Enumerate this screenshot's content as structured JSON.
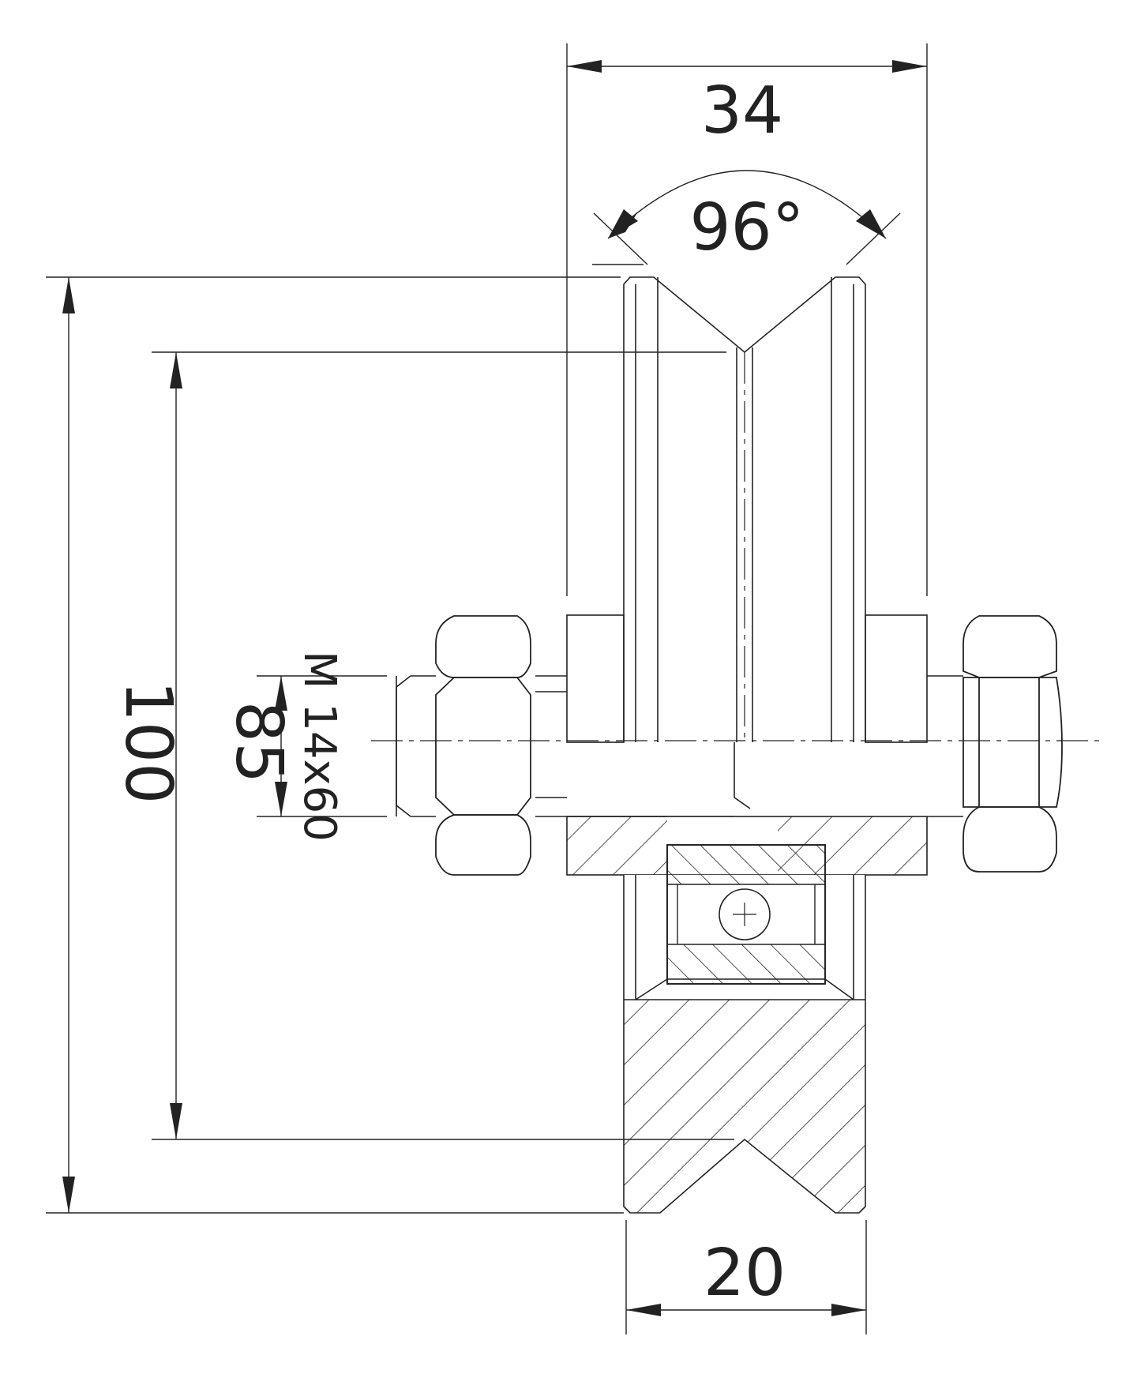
{
  "colors": {
    "line": "#222222",
    "background": "#ffffff"
  },
  "dimensions": {
    "total_width": "34",
    "groove_angle": "96°",
    "outer_diameter": "100",
    "groove_diameter": "85",
    "thread_size": "M 14x60",
    "hub_width": "20"
  }
}
